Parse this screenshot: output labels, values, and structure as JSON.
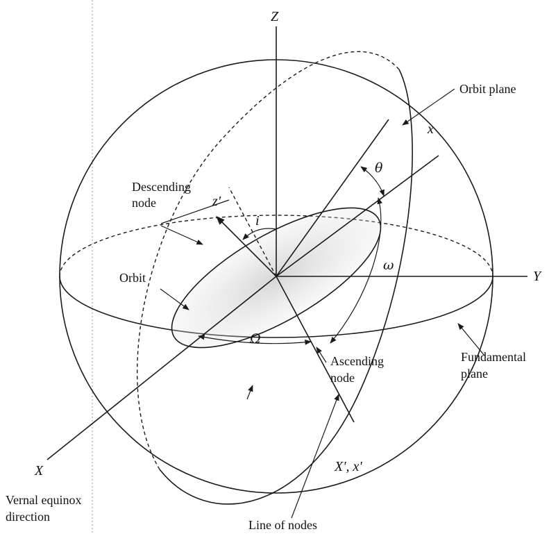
{
  "labels": {
    "axis_Z": "Z",
    "axis_Y": "Y",
    "axis_X": "X",
    "axis_x": "x",
    "axis_z_prime": "z'",
    "axis_X_prime": "X', x'",
    "orbit_plane": "Orbit plane",
    "descending_line1": "Descending",
    "descending_line2": "node",
    "orbit": "Orbit",
    "ascending_line1": "Ascending",
    "ascending_line2": "node",
    "fundamental_line1": "Fundamental",
    "fundamental_line2": "plane",
    "vernal_line1": "Vernal equinox",
    "vernal_line2": "direction",
    "line_of_nodes": "Line of nodes",
    "theta": "θ",
    "omega_small": "ω",
    "omega_cap": "Ω",
    "incl": "i"
  }
}
